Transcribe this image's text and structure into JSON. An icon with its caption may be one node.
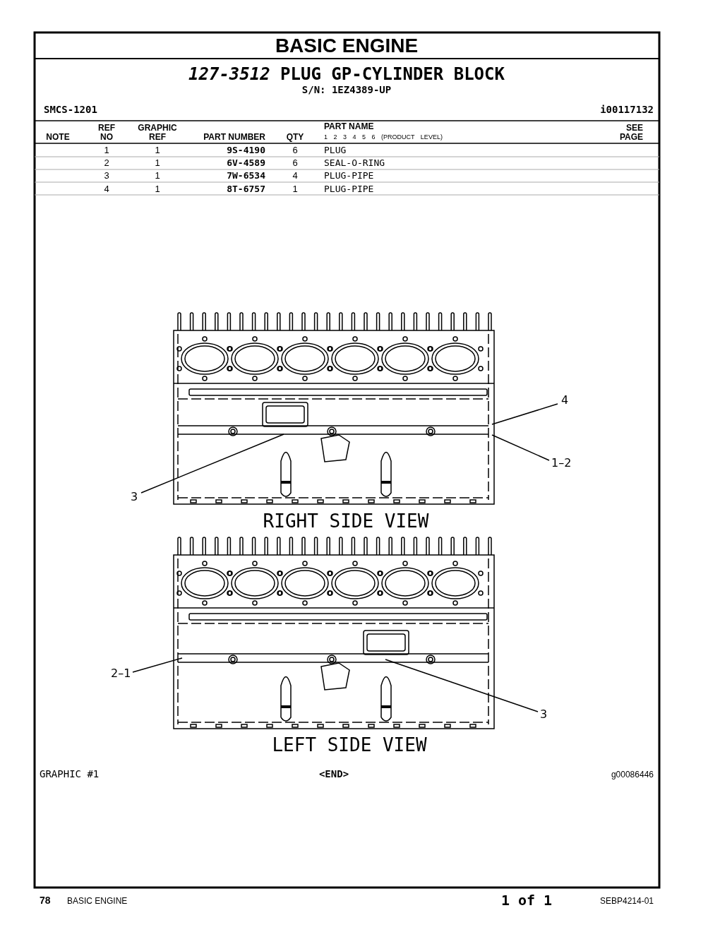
{
  "diagram": {
    "title": "BASIC ENGINE",
    "nodes": [
      {
        "text": [
          "4"
        ]
      },
      {
        "text": [
          "1–2"
        ]
      },
      {
        "text": [
          "3"
        ]
      },
      {
        "text": [
          "2–1"
        ]
      },
      {
        "text": [
          "3"
        ]
      }
    ],
    "edges": [
      {
        "from": 0,
        "to": null,
        "arrow": "none"
      },
      {
        "from": 1,
        "to": null,
        "arrow": "none"
      },
      {
        "from": 2,
        "to": null,
        "arrow": "none"
      },
      {
        "from": 3,
        "to": null,
        "arrow": "none"
      },
      {
        "from": 4,
        "to": null,
        "arrow": "none"
      }
    ],
    "labels": [
      "*127-3512* PLUG GP-CYLINDER BLOCK",
      "S/N: 1EZ4389-UP",
      "SMCS-1201",
      "i00117132",
      "NOTE",
      "REF NO",
      "GRAPHIC REF",
      "PART NUMBER",
      "QTY",
      "PART NAME",
      "1 2 3 4 5 6 (PRODUCT LEVEL)",
      "SEE PAGE",
      "1",
      "1",
      "9S-4190",
      "6",
      "PLUG",
      "2",
      "1",
      "6V-4589",
      "6",
      "SEAL-O-RING",
      "3",
      "1",
      "7W-6534",
      "4",
      "PLUG-PIPE",
      "4",
      "1",
      "8T-6757",
      "1",
      "PLUG-PIPE",
      "RIGHT SIDE VIEW",
      "LEFT SIDE VIEW",
      "GRAPHIC #1",
      "<END>",
      "g00086446",
      "78",
      "BASIC ENGINE",
      "1 of 1",
      "SEBP4214-01"
    ]
  }
}
